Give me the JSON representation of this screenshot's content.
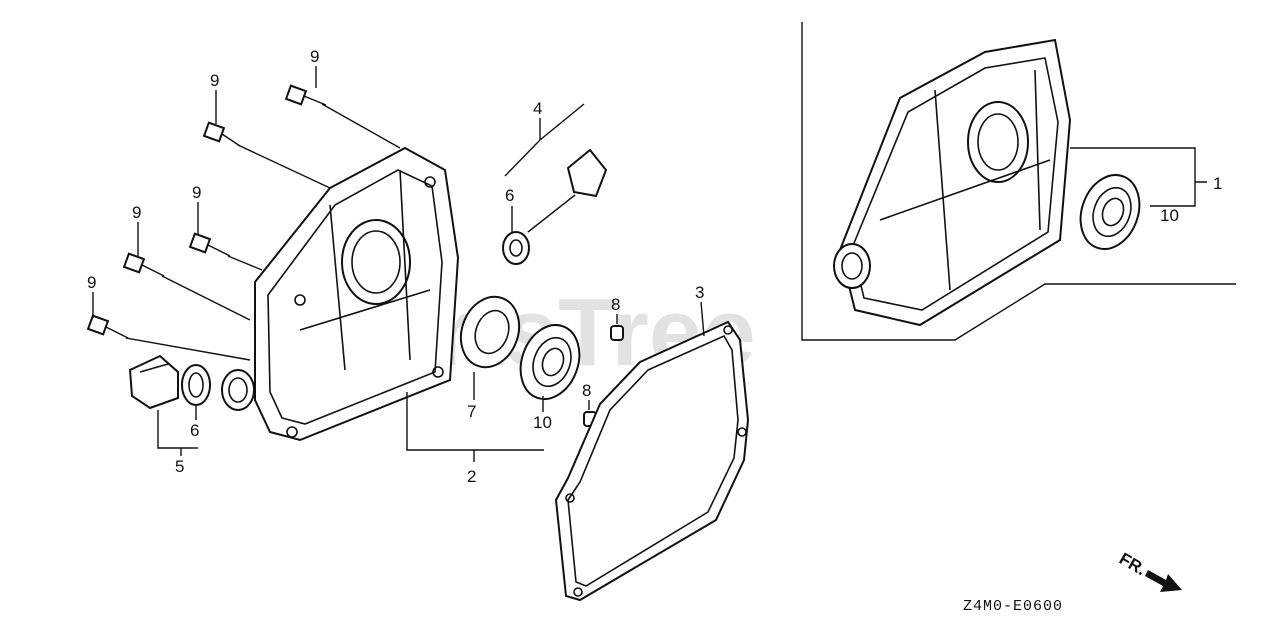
{
  "watermark": "PartsTree",
  "diagram_code": "Z4M0-E0600",
  "front_marker": "FR.",
  "callouts": [
    {
      "id": "c1",
      "text": "1"
    },
    {
      "id": "c2",
      "text": "2"
    },
    {
      "id": "c3",
      "text": "3"
    },
    {
      "id": "c4",
      "text": "4"
    },
    {
      "id": "c5",
      "text": "5"
    },
    {
      "id": "c6a",
      "text": "6"
    },
    {
      "id": "c6b",
      "text": "6"
    },
    {
      "id": "c7",
      "text": "7"
    },
    {
      "id": "c8a",
      "text": "8"
    },
    {
      "id": "c8b",
      "text": "8"
    },
    {
      "id": "c9a",
      "text": "9"
    },
    {
      "id": "c9b",
      "text": "9"
    },
    {
      "id": "c9c",
      "text": "9"
    },
    {
      "id": "c9d",
      "text": "9"
    },
    {
      "id": "c9e",
      "text": "9"
    },
    {
      "id": "c10a",
      "text": "10"
    },
    {
      "id": "c10b",
      "text": "10"
    }
  ]
}
